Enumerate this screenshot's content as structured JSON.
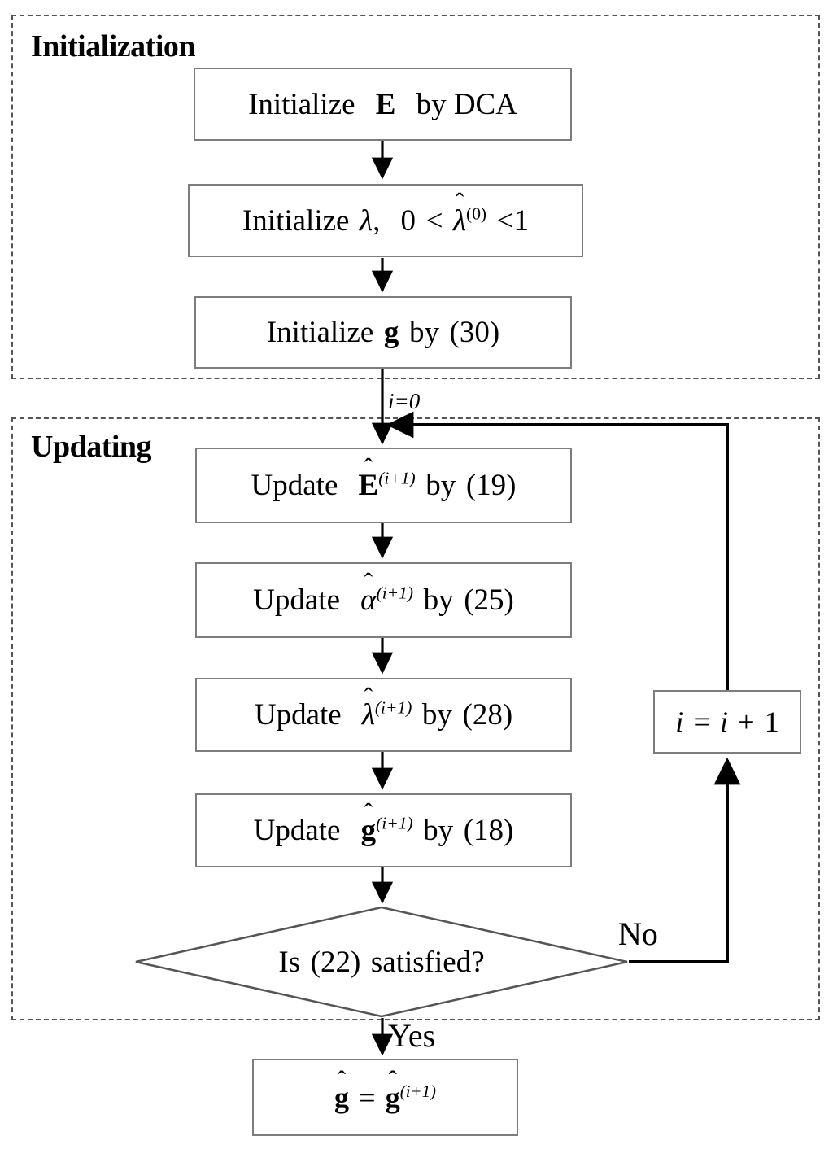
{
  "diagram": {
    "title": "Algorithm flowchart",
    "colors": {
      "node_border": "#7d7d7d",
      "group_border": "#555555",
      "line": "#000000",
      "background": "#ffffff"
    },
    "groups": [
      {
        "id": "initialization",
        "label": "Initialization"
      },
      {
        "id": "updating",
        "label": "Updating"
      }
    ],
    "nodes": {
      "init_e": {
        "type": "process",
        "text": "Initialize E by DCA",
        "parts": {
          "verb": "Initialize",
          "symbol": "E",
          "by": "by DCA"
        }
      },
      "init_lambda": {
        "type": "process",
        "text": "Initialize λ, 0 < λ̂(0) < 1",
        "parts": {
          "verb": "Initialize",
          "symbol": "λ",
          "comma": ",",
          "lower": "0",
          "rel1": "<",
          "hatsym": "λ",
          "sup": "(0)",
          "rel2": "<",
          "upper": "1"
        }
      },
      "init_g": {
        "type": "process",
        "text": "Initialize g by (30)",
        "parts": {
          "verb": "Initialize",
          "symbol": "g",
          "by": "by",
          "ref": "(30)"
        }
      },
      "upd_e": {
        "type": "process",
        "text": "Update Ê(i+1) by (19)",
        "parts": {
          "verb": "Update",
          "symbol": "E",
          "sup": "(i+1)",
          "by": "by",
          "ref": "(19)"
        }
      },
      "upd_alpha": {
        "type": "process",
        "text": "Update α̂(i+1) by (25)",
        "parts": {
          "verb": "Update",
          "symbol": "α",
          "sup": "(i+1)",
          "by": "by",
          "ref": "(25)"
        }
      },
      "upd_lambda": {
        "type": "process",
        "text": "Update λ̂(i+1) by (28)",
        "parts": {
          "verb": "Update",
          "symbol": "λ",
          "sup": "(i+1)",
          "by": "by",
          "ref": "(28)"
        }
      },
      "upd_g": {
        "type": "process",
        "text": "Update ĝ(i+1) by (18)",
        "parts": {
          "verb": "Update",
          "symbol": "g",
          "sup": "(i+1)",
          "by": "by",
          "ref": "(18)"
        }
      },
      "decision": {
        "type": "decision",
        "text": "Is (22) satisfied?",
        "parts": {
          "is": "Is",
          "ref": "(22)",
          "tail": "satisfied?"
        }
      },
      "increment": {
        "type": "process",
        "text": "i = i + 1",
        "parts": {
          "lhs": "i",
          "eq": "=",
          "rhs": "i",
          "plus": "+",
          "one": "1"
        }
      },
      "result": {
        "type": "process",
        "text": "ĝ = ĝ(i+1)",
        "parts": {
          "lhs": "g",
          "eq": "=",
          "rhs": "g",
          "sup": "(i+1)"
        }
      }
    },
    "edge_labels": {
      "iteration_init": "i=0",
      "branch_no": "No",
      "branch_yes": "Yes"
    }
  }
}
